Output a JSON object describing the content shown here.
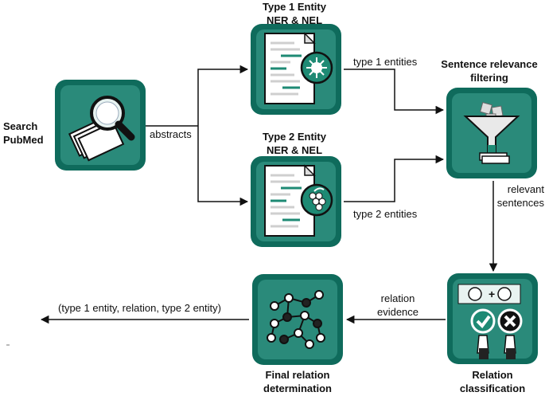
{
  "labels": {
    "search_pubmed": "Search\nPubMed",
    "abstracts": "abstracts",
    "type1_title": "Type 1 Entity\nNER & NEL",
    "type2_title": "Type 2 Entity\nNER & NEL",
    "type1_entities": "type 1 entities",
    "type2_entities": "type 2 entities",
    "sentence_filter_title": "Sentence relevance\nfiltering",
    "relevant_sentences": "relevant\nsentences",
    "relation_classification": "Relation\nclassification",
    "relation_evidence": "relation\nevidence",
    "final_relation": "Final relation\ndetermination",
    "output_triple": "(type 1 entity, relation, type 2 entity)"
  },
  "colors": {
    "tile_dark": "#0f6b5c",
    "tile_light": "#2a8a7a",
    "arrow": "#111111"
  }
}
